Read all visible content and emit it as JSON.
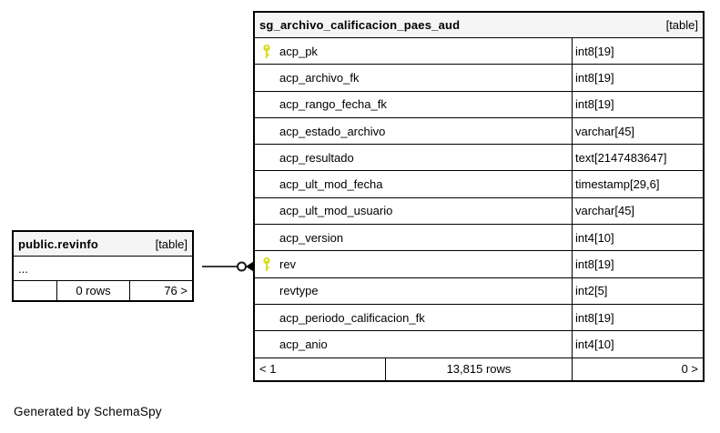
{
  "diagram": {
    "generated_by": "Generated by SchemaSpy"
  },
  "main_table": {
    "title": "sg_archivo_calificacion_paes_aud",
    "type_label": "[table]",
    "columns": [
      {
        "name": "acp_pk",
        "type": "int8[19]",
        "key": true
      },
      {
        "name": "acp_archivo_fk",
        "type": "int8[19]",
        "key": false
      },
      {
        "name": "acp_rango_fecha_fk",
        "type": "int8[19]",
        "key": false
      },
      {
        "name": "acp_estado_archivo",
        "type": "varchar[45]",
        "key": false
      },
      {
        "name": "acp_resultado",
        "type": "text[2147483647]",
        "key": false
      },
      {
        "name": "acp_ult_mod_fecha",
        "type": "timestamp[29,6]",
        "key": false
      },
      {
        "name": "acp_ult_mod_usuario",
        "type": "varchar[45]",
        "key": false
      },
      {
        "name": "acp_version",
        "type": "int4[10]",
        "key": false
      },
      {
        "name": "rev",
        "type": "int8[19]",
        "key": true
      },
      {
        "name": "revtype",
        "type": "int2[5]",
        "key": false
      },
      {
        "name": "acp_periodo_calificacion_fk",
        "type": "int8[19]",
        "key": false
      },
      {
        "name": "acp_anio",
        "type": "int4[10]",
        "key": false
      }
    ],
    "footer": {
      "left": "< 1",
      "center": "13,815 rows",
      "right": "0 >"
    }
  },
  "related_table": {
    "title": "public.revinfo",
    "type_label": "[table]",
    "ellipsis": "...",
    "footer": {
      "left": "",
      "center": "0 rows",
      "right": "76 >"
    }
  },
  "colors": {
    "header_bg": "#f5f5f5",
    "border": "#000000",
    "connector_line": "#3c3c3c",
    "key_icon": "#d8de28"
  }
}
